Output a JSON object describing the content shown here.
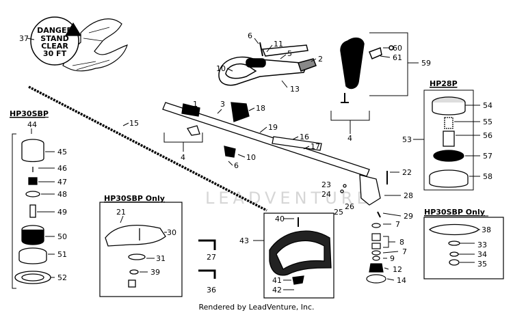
{
  "footer": "Rendered by LeadVenture, Inc.",
  "watermark": "LEADVENTURE",
  "warning_decal": {
    "lines": [
      "DANGER",
      "STAND",
      "CLEAR",
      "30 FT"
    ]
  },
  "sections": {
    "hp28p": "HP28P",
    "hp30sbp": "HP30SBP",
    "hp30sbp_only_left": "HP30SBP Only",
    "hp30sbp_only_right": "HP30SBP Only"
  },
  "callouts": {
    "c37": "37",
    "c6a": "6",
    "c11": "11",
    "c5": "5",
    "c2": "2",
    "c10a": "10",
    "c13": "13",
    "c60": "60",
    "c61": "61",
    "c59": "59",
    "c4a": "4",
    "c1": "1",
    "c3": "3",
    "c18": "18",
    "c15": "15",
    "c19": "19",
    "c16": "16",
    "c17": "17",
    "c4b": "4",
    "c10b": "10",
    "c6b": "6",
    "c44": "44",
    "c45": "45",
    "c46": "46",
    "c47": "47",
    "c48": "48",
    "c49": "49",
    "c50": "50",
    "c51": "51",
    "c52": "52",
    "c53": "53",
    "c54": "54",
    "c55": "55",
    "c56": "56",
    "c57": "57",
    "c58": "58",
    "c22": "22",
    "c23": "23",
    "c24": "24",
    "c28": "28",
    "c26": "26",
    "c25": "25",
    "c29": "29",
    "c7a": "7",
    "c8": "8",
    "c7b": "7",
    "c9": "9",
    "c12": "12",
    "c14": "14",
    "c21": "21",
    "c30": "30",
    "c31": "31",
    "c39": "39",
    "c27": "27",
    "c36": "36",
    "c40": "40",
    "c43": "43",
    "c41": "41",
    "c42": "42",
    "c38": "38",
    "c33": "33",
    "c34": "34",
    "c35": "35"
  }
}
